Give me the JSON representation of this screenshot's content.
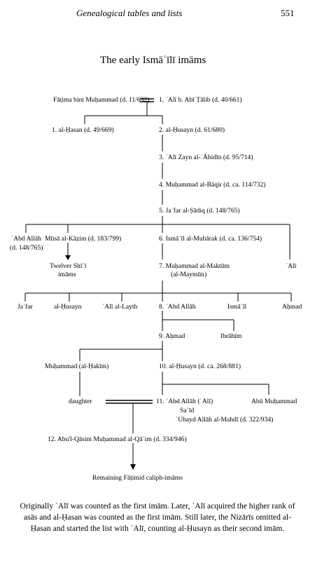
{
  "header": {
    "running_title": "Genealogical tables and lists",
    "page_number": "551"
  },
  "title": "The early Ismāʿīlī imāms",
  "nodes": {
    "fatima": "Fāṭima bint Muḥammad (d. 11/632)",
    "ali": "1.  ʿAlī b. Abī Ṭālib (d. 40/661)",
    "hasan": "1.  al-Ḥasan (d. 49/669)",
    "husayn": "2.  al-Ḥusayn (d. 61/680)",
    "zayn": "3.  ʿAlī Zayn al-ʿĀbidīn (d. 95/714)",
    "baqir": "4.  Muḥammad al-Bāqir (d. ca. 114/732)",
    "sadiq": "5.  Jaʿfar al-Ṣādiq (d. 148/765)",
    "abdallah1_a": "ʿAbd Allāh",
    "abdallah1_b": "(d. 148/765)",
    "musa": "Mūsā al-Kāẓim (d. 183/799)",
    "ismail": "6.  Ismāʿīl al-Mubārak (d. ca. 136/754)",
    "twelver_a": "Twelver Shīʿī",
    "twelver_b": "imāms",
    "maktum_a": "7.  Muḥammad al-Maktūm",
    "maktum_b": "(al-Maymūn)",
    "ali2": "ʿAlī",
    "jafar": "Jaʿfar",
    "husayn2": "al-Ḥusayn",
    "alilayth": "ʿAlī al-Layth",
    "abdallah2": "8.  ʿAbd Allāh",
    "ismail2": "Ismāʿīl",
    "ahmad2": "Aḥmad",
    "ahmad9": "9.  Aḥmad",
    "ibrahim": "Ibrāhīm",
    "hakim": "Muḥammad (al-Ḥakīm)",
    "husayn10": "10.  al-Ḥusayn (d. ca. 268/881)",
    "daughter": "daughter",
    "abdallah11_a": "11.  ʿAbd Allāh (ʿAlī)",
    "abdallah11_b": "Saʿīd",
    "abdallah11_c": "ʿUbayd Allāh al-Mahdī (d. 322/934)",
    "abumuh": "Abū Muḥammad",
    "qaim": "12.  Abu'l-Qāsim Muḥammad al-Qāʾim (d. 334/946)",
    "remaining": "Remaining Fāṭimid caliph-imāms"
  },
  "footnote": "Originally ʿAlī was counted as the first imām. Later, ʿAlī acquired the higher rank of asās and al-Ḥasan was counted as the first imām. Still later, the Nizārīs omitted al-Ḥasan and started the list with ʿAlī, counting al-Ḥusayn as their second imām."
}
